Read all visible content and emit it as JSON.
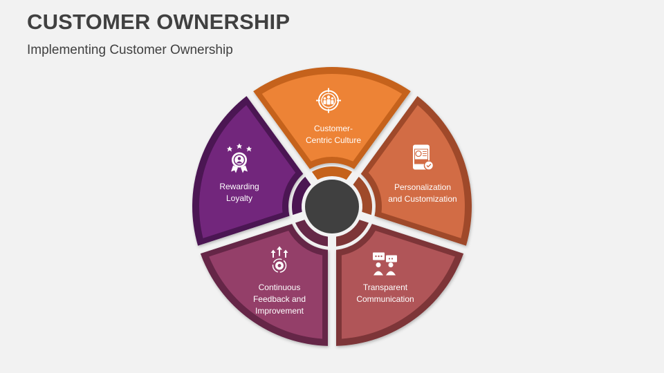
{
  "header": {
    "title": "CUSTOMER OWNERSHIP",
    "subtitle": "Implementing Customer Ownership"
  },
  "diagram": {
    "type": "segmented-wheel",
    "center_color": "#404040",
    "segments": [
      {
        "id": "customer-centric-culture",
        "label_line1": "Customer-",
        "label_line2": "Centric Culture",
        "icon": "target-people-icon",
        "fill": "#ed8336",
        "border": "#c5621a"
      },
      {
        "id": "personalization",
        "label_line1": "Personalization",
        "label_line2": "and Customization",
        "icon": "profile-tablet-check-icon",
        "fill": "#d26c45",
        "border": "#9f4a2a"
      },
      {
        "id": "transparent-communication",
        "label_line1": "Transparent",
        "label_line2": "Communication",
        "icon": "chat-people-icon",
        "fill": "#b05558",
        "border": "#7d3638"
      },
      {
        "id": "continuous-feedback",
        "label_line1": "Continuous",
        "label_line2": "Feedback and",
        "label_line3": "Improvement",
        "icon": "gear-arrows-icon",
        "fill": "#943f69",
        "border": "#652847"
      },
      {
        "id": "rewarding-loyalty",
        "label_line1": "Rewarding",
        "label_line2": "Loyalty",
        "icon": "award-badge-icon",
        "fill": "#72267c",
        "border": "#4b1652"
      }
    ]
  }
}
